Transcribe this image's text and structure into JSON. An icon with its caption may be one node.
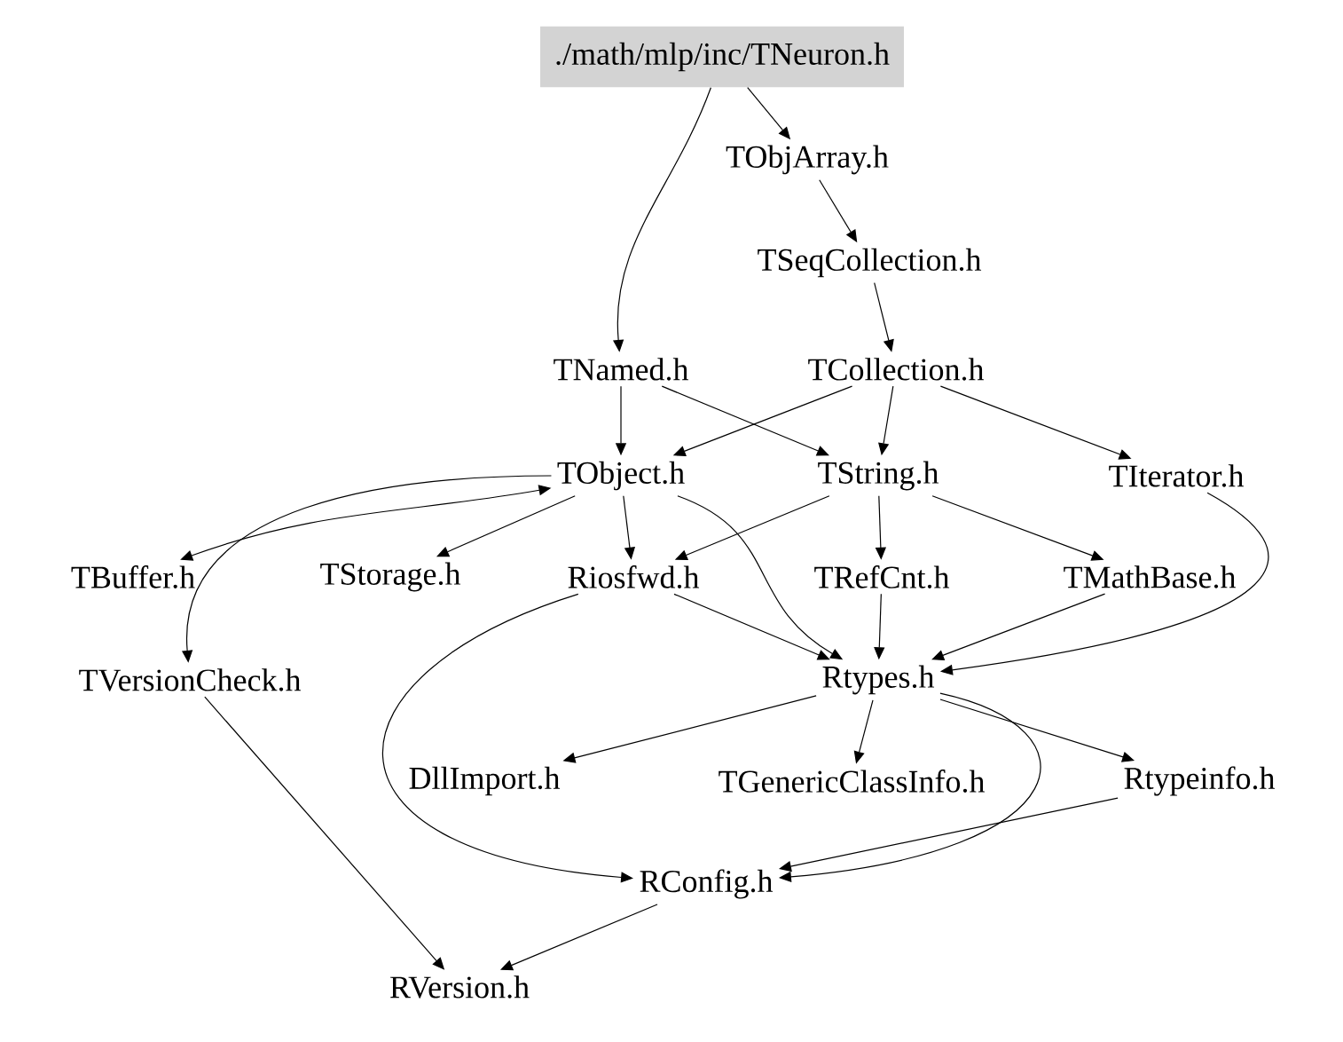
{
  "diagram": {
    "nodes": [
      {
        "text": [
          "./math/mlp/inc/TNeuron.h"
        ]
      },
      {
        "text": [
          "TObjArray.h"
        ]
      },
      {
        "text": [
          "TSeqCollection.h"
        ]
      },
      {
        "text": [
          "TNamed.h"
        ]
      },
      {
        "text": [
          "TCollection.h"
        ]
      },
      {
        "text": [
          "TObject.h"
        ]
      },
      {
        "text": [
          "TString.h"
        ]
      },
      {
        "text": [
          "TIterator.h"
        ]
      },
      {
        "text": [
          "TBuffer.h"
        ]
      },
      {
        "text": [
          "TStorage.h"
        ]
      },
      {
        "text": [
          "Riosfwd.h"
        ]
      },
      {
        "text": [
          "TRefCnt.h"
        ]
      },
      {
        "text": [
          "TMathBase.h"
        ]
      },
      {
        "text": [
          "TVersionCheck.h"
        ]
      },
      {
        "text": [
          "Rtypes.h"
        ]
      },
      {
        "text": [
          "DllImport.h"
        ]
      },
      {
        "text": [
          "TGenericClassInfo.h"
        ]
      },
      {
        "text": [
          "Rtypeinfo.h"
        ]
      },
      {
        "text": [
          "RConfig.h"
        ]
      },
      {
        "text": [
          "RVersion.h"
        ]
      }
    ],
    "edges": [
      {
        "from": 0,
        "to": 1,
        "arrow": "to"
      },
      {
        "from": 0,
        "to": 3,
        "arrow": "to"
      },
      {
        "from": 1,
        "to": 2,
        "arrow": "to"
      },
      {
        "from": 2,
        "to": 4,
        "arrow": "to"
      },
      {
        "from": 3,
        "to": 5,
        "arrow": "to"
      },
      {
        "from": 3,
        "to": 6,
        "arrow": "to"
      },
      {
        "from": 4,
        "to": 5,
        "arrow": "to"
      },
      {
        "from": 4,
        "to": 6,
        "arrow": "to"
      },
      {
        "from": 4,
        "to": 7,
        "arrow": "to"
      },
      {
        "from": 5,
        "to": 8,
        "arrow": "both"
      },
      {
        "from": 5,
        "to": 13,
        "arrow": "to"
      },
      {
        "from": 5,
        "to": 9,
        "arrow": "to"
      },
      {
        "from": 5,
        "to": 10,
        "arrow": "to"
      },
      {
        "from": 5,
        "to": 14,
        "arrow": "to"
      },
      {
        "from": 6,
        "to": 10,
        "arrow": "to"
      },
      {
        "from": 6,
        "to": 11,
        "arrow": "to"
      },
      {
        "from": 6,
        "to": 12,
        "arrow": "to"
      },
      {
        "from": 7,
        "to": 14,
        "arrow": "to"
      },
      {
        "from": 10,
        "to": 14,
        "arrow": "to"
      },
      {
        "from": 10,
        "to": 18,
        "arrow": "to"
      },
      {
        "from": 11,
        "to": 14,
        "arrow": "to"
      },
      {
        "from": 12,
        "to": 14,
        "arrow": "to"
      },
      {
        "from": 14,
        "to": 15,
        "arrow": "to"
      },
      {
        "from": 14,
        "to": 16,
        "arrow": "to"
      },
      {
        "from": 14,
        "to": 17,
        "arrow": "to"
      },
      {
        "from": 14,
        "to": 18,
        "arrow": "to"
      },
      {
        "from": 17,
        "to": 18,
        "arrow": "to"
      },
      {
        "from": 18,
        "to": 19,
        "arrow": "to"
      },
      {
        "from": 13,
        "to": 19,
        "arrow": "to"
      }
    ]
  }
}
